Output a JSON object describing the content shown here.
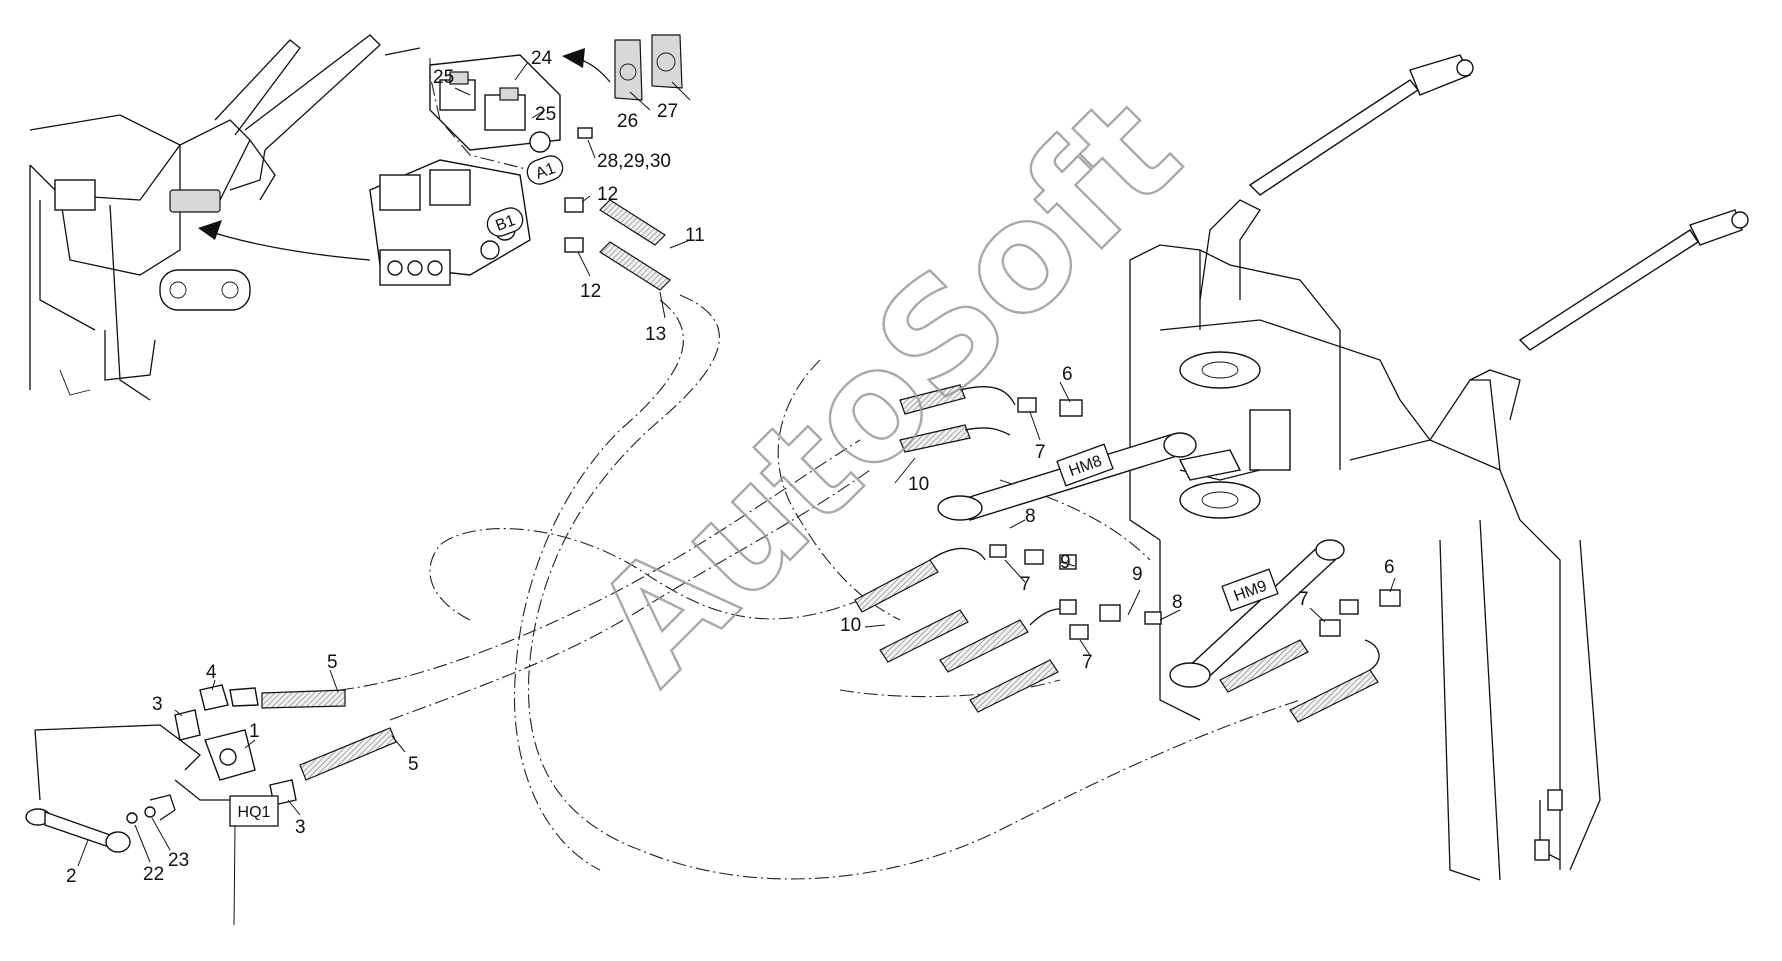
{
  "watermark": "AutoSoft",
  "callouts": {
    "c24": "24",
    "c25a": "25",
    "c25b": "25",
    "c26": "26",
    "c27": "27",
    "c28": "28,29,30",
    "c12a": "12",
    "c12b": "12",
    "c11": "11",
    "c13": "13",
    "c6a": "6",
    "c7a": "7",
    "c10a": "10",
    "c8a": "8",
    "c9a": "9",
    "c7b": "7",
    "c10b": "10",
    "c7c": "7",
    "c9b": "9",
    "c8b": "8",
    "c6b": "6",
    "c7d": "7",
    "c5a": "5",
    "c4": "4",
    "c3a": "3",
    "c1": "1",
    "c5b": "5",
    "c3b": "3",
    "c2": "2",
    "c22": "22",
    "c23": "23"
  },
  "tags": {
    "a1": "A1",
    "b1": "B1",
    "hm8": "HM8",
    "hm9": "HM9",
    "hq1": "HQ1"
  }
}
